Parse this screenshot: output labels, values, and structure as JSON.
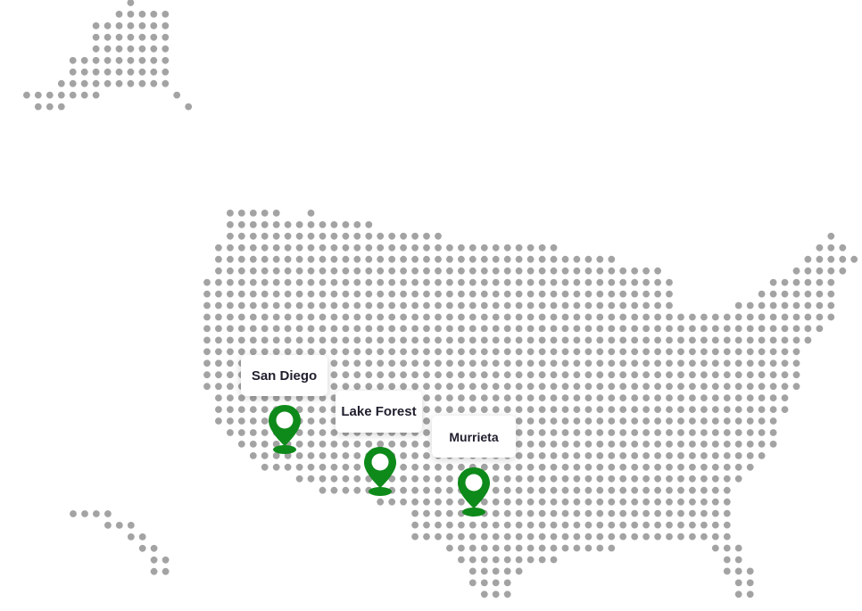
{
  "map": {
    "dot_color": "#a3a3a3",
    "pin_color": "#0e8a1a",
    "locations": [
      {
        "name": "San Diego"
      },
      {
        "name": "Lake Forest"
      },
      {
        "name": "Murrieta"
      }
    ]
  }
}
